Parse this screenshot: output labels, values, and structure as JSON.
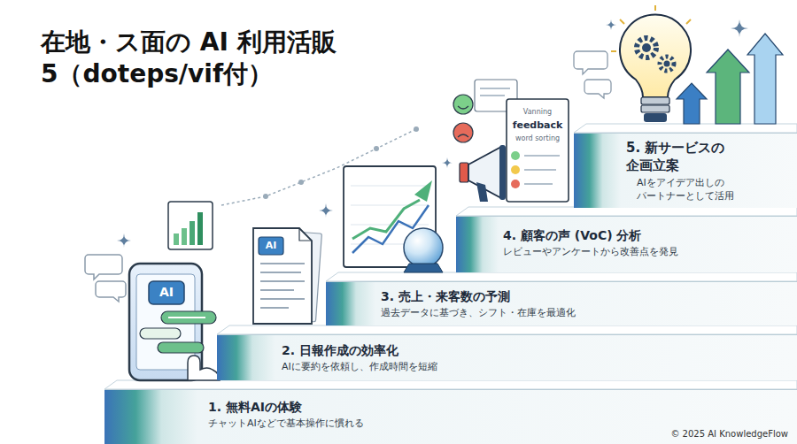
{
  "diagram": {
    "title": "在地・ス面の AI 利用活販 5（doteps/vif付）",
    "nodes": [
      {
        "text": [
          "1. 無料AIの体験",
          "チャットAIなどで基本操作に慣れる"
        ]
      },
      {
        "text": [
          "2. 日報作成の効率化",
          "AIに要約を依頼し、作成時間を短縮"
        ]
      },
      {
        "text": [
          "3. 売上・来客数の予測",
          "過去データに基づき、シフト・在庫を最適化"
        ]
      },
      {
        "text": [
          "4. 顧客の声 (VoC) 分析",
          "レビューやアンケートから改善点を発見"
        ]
      },
      {
        "text": [
          "5. 新サービスの 企画立案",
          "AIをアイデア出しの パートナーとして活用"
        ]
      }
    ],
    "labels": [
      "AI",
      "AI",
      "Vanning",
      "feedback",
      "word sorting",
      "© 2025 AI KnowledgeFlow"
    ]
  }
}
